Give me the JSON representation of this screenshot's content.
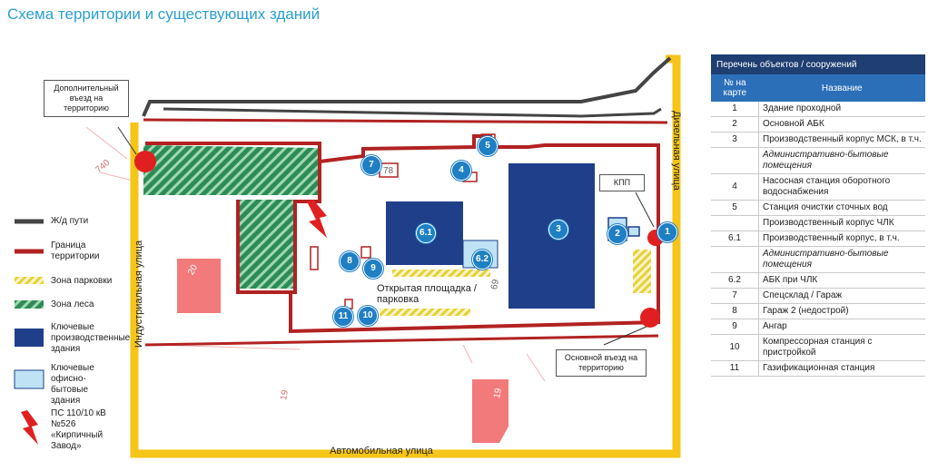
{
  "title": "Схема территории и существующих зданий",
  "legend": [
    {
      "id": "rail",
      "label": "Ж/д пути"
    },
    {
      "id": "border",
      "label": "Граница территории"
    },
    {
      "id": "parking",
      "label": "Зона парковки"
    },
    {
      "id": "forest",
      "label": "Зона леса"
    },
    {
      "id": "prod",
      "label": "Ключевые производственные здания"
    },
    {
      "id": "office",
      "label": "Ключевые офисно-бытовые здания"
    },
    {
      "id": "substation",
      "label": "ПС 110/10 кВ №526 «Кирпичный Завод»"
    }
  ],
  "callouts": {
    "extra_entry": "Дополнительный въезд на территорию",
    "main_entry": "Основной въезд на территорию",
    "kpp": "КПП"
  },
  "streets": {
    "industrial": "Индустриальная улица",
    "diesel": "Дизельная улица",
    "auto": "Автомобильная улица"
  },
  "map_labels": {
    "open_area": "Открытая площадка / парковка",
    "n740": "740",
    "n78": "78",
    "n20": "20",
    "n69": "69",
    "n19a": "19",
    "n19b": "19"
  },
  "markers": [
    "1",
    "2",
    "3",
    "4",
    "5",
    "6.1",
    "6.2",
    "7",
    "8",
    "9",
    "10",
    "11"
  ],
  "table": {
    "caption": "Перечень объектов / сооружений",
    "col_num": "№ на карте",
    "col_name": "Название",
    "rows": [
      {
        "num": "1",
        "name": "Здание проходной",
        "italic": false
      },
      {
        "num": "2",
        "name": "Основной АБК",
        "italic": false
      },
      {
        "num": "3",
        "name": "Производственный корпус МСК, в т.ч.",
        "italic": false
      },
      {
        "num": "",
        "name": "Административно-бытовые помещения",
        "italic": true
      },
      {
        "num": "4",
        "name": "Насосная станция оборотного водоснабжения",
        "italic": false
      },
      {
        "num": "5",
        "name": "Станция очистки сточных вод",
        "italic": false
      },
      {
        "num": "",
        "name": "Производственный корпус ЧЛК",
        "italic": false
      },
      {
        "num": "6.1",
        "name": "Производственный корпус, в т.ч.",
        "italic": false
      },
      {
        "num": "",
        "name": "Административно-бытовые помещения",
        "italic": true
      },
      {
        "num": "6.2",
        "name": "АБК при ЧЛК",
        "italic": false
      },
      {
        "num": "7",
        "name": "Спецсклад / Гараж",
        "italic": false
      },
      {
        "num": "8",
        "name": "Гараж 2 (недострой)",
        "italic": false
      },
      {
        "num": "9",
        "name": "Ангар",
        "italic": false
      },
      {
        "num": "10",
        "name": "Компрессорная станция с пристройкой",
        "italic": false
      },
      {
        "num": "11",
        "name": "Газификационная станция",
        "italic": false
      }
    ]
  },
  "colors": {
    "title": "#2a9fd0",
    "rail": "#444444",
    "border": "#b22222",
    "road": "#f5c518",
    "forest": "#2e8b57",
    "prod": "#1f3f8a",
    "office": "#bfe3f5",
    "marker": "#1f7fc4",
    "table_header": "#1f3f73"
  }
}
